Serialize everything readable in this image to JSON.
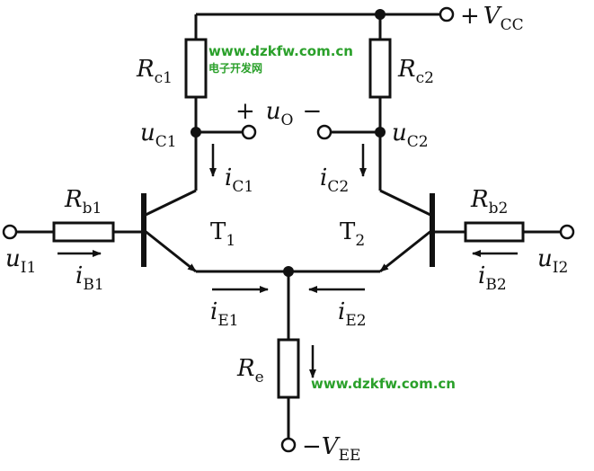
{
  "supply": {
    "vcc_sign": "+",
    "vcc_symbol": "V",
    "vcc_sub": "CC",
    "vee_sign": "−",
    "vee_symbol": "V",
    "vee_sub": "EE"
  },
  "resistors": {
    "rc1": {
      "symbol": "R",
      "sub": "c1"
    },
    "rc2": {
      "symbol": "R",
      "sub": "c2"
    },
    "rb1": {
      "symbol": "R",
      "sub": "b1"
    },
    "rb2": {
      "symbol": "R",
      "sub": "b2"
    },
    "re": {
      "symbol": "R",
      "sub": "e"
    }
  },
  "transistors": {
    "t1": {
      "symbol": "T",
      "sub": "1"
    },
    "t2": {
      "symbol": "T",
      "sub": "2"
    }
  },
  "voltages": {
    "uc1": {
      "symbol": "u",
      "sub": "C1"
    },
    "uc2": {
      "symbol": "u",
      "sub": "C2"
    },
    "uo": {
      "plus": "+",
      "symbol": "u",
      "sub": "O",
      "minus": "−"
    },
    "ui1": {
      "symbol": "u",
      "sub": "I1"
    },
    "ui2": {
      "symbol": "u",
      "sub": "I2"
    }
  },
  "currents": {
    "ic1": {
      "symbol": "i",
      "sub": "C1"
    },
    "ic2": {
      "symbol": "i",
      "sub": "C2"
    },
    "ib1": {
      "symbol": "i",
      "sub": "B1"
    },
    "ib2": {
      "symbol": "i",
      "sub": "B2"
    },
    "ie1": {
      "symbol": "i",
      "sub": "E1"
    },
    "ie2": {
      "symbol": "i",
      "sub": "E2"
    }
  },
  "watermarks": {
    "top_url": "www.dzkfw.com.cn",
    "top_cn": "电子开发网",
    "bottom_url": "www.dzkfw.com.cn"
  },
  "colors": {
    "line": "#111111",
    "watermark": "#2aa02a",
    "background": "#ffffff"
  }
}
